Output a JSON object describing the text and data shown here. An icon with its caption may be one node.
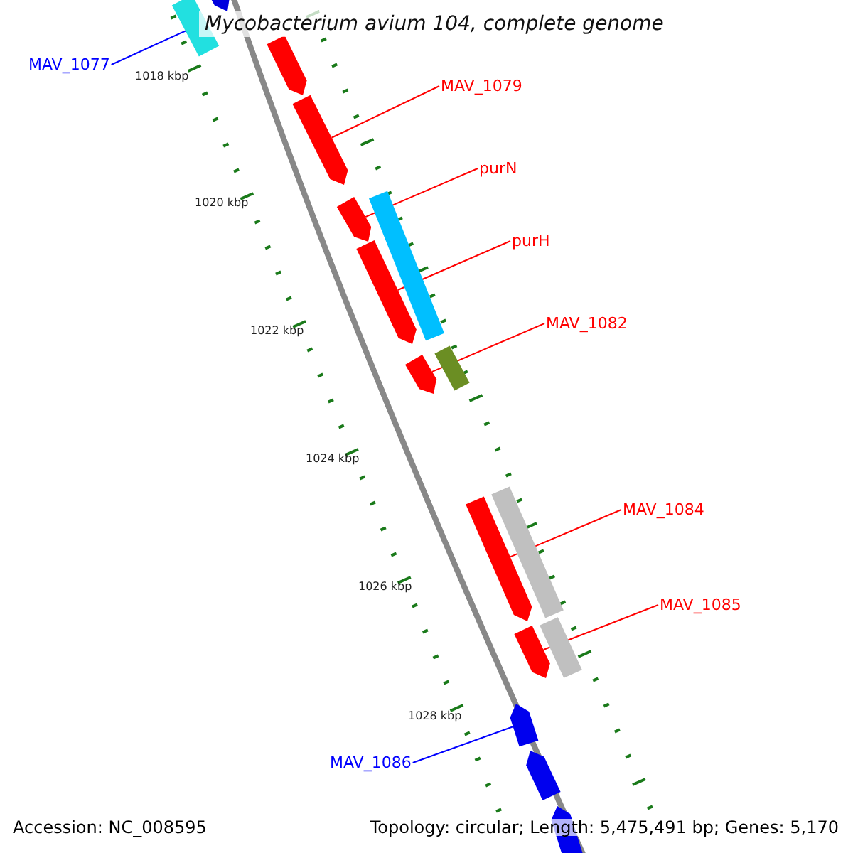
{
  "diagram": {
    "title": "Mycobacterium avium 104, complete genome",
    "nodes": [
      {
        "text": [
          "MAV_1077"
        ]
      },
      {
        "text": [],
        "shape": "bar"
      },
      {
        "text": [
          "MAV_1079"
        ]
      },
      {
        "text": [],
        "shape": "arrow"
      },
      {
        "text": [
          "purN"
        ]
      },
      {
        "text": [],
        "shape": "arrow"
      },
      {
        "text": [
          "purH"
        ]
      },
      {
        "text": [],
        "shape": "arrow"
      },
      {
        "text": [
          "MAV_1082"
        ]
      },
      {
        "text": [],
        "shape": "arrow"
      },
      {
        "text": [
          "MAV_1084"
        ]
      },
      {
        "text": [],
        "shape": "arrow"
      },
      {
        "text": [
          "MAV_1085"
        ]
      },
      {
        "text": [],
        "shape": "arrow"
      },
      {
        "text": [
          "MAV_1086"
        ]
      },
      {
        "text": [],
        "shape": "arrow"
      },
      {
        "text": [],
        "shape": "arrow"
      },
      {
        "text": [],
        "shape": "arrow"
      },
      {
        "text": [],
        "shape": "bar"
      },
      {
        "text": [],
        "shape": "bar"
      },
      {
        "text": [],
        "shape": "bar"
      },
      {
        "text": [],
        "shape": "bar"
      },
      {
        "text": [],
        "shape": "arrow"
      },
      {
        "text": [],
        "shape": "arrow"
      }
    ],
    "edges": [
      {
        "from": 0,
        "to": 1,
        "arrow": "none",
        "color": "#0000ff"
      },
      {
        "from": 2,
        "to": 3,
        "arrow": "none"
      },
      {
        "from": 4,
        "to": 5,
        "arrow": "none"
      },
      {
        "from": 6,
        "to": 7,
        "arrow": "none"
      },
      {
        "from": 8,
        "to": 9,
        "arrow": "none"
      },
      {
        "from": 10,
        "to": 11,
        "arrow": "none"
      },
      {
        "from": 12,
        "to": 13,
        "arrow": "none"
      },
      {
        "from": 14,
        "to": 15,
        "arrow": "none",
        "color": "#0000ff"
      }
    ],
    "labels": [
      "1018 kbp",
      "1020 kbp",
      "1022 kbp",
      "1024 kbp",
      "1026 kbp",
      "1028 kbp",
      "Accession: NC_008595",
      "Topology: circular; Length: 5,475,491 bp; Genes: 5,170"
    ]
  }
}
